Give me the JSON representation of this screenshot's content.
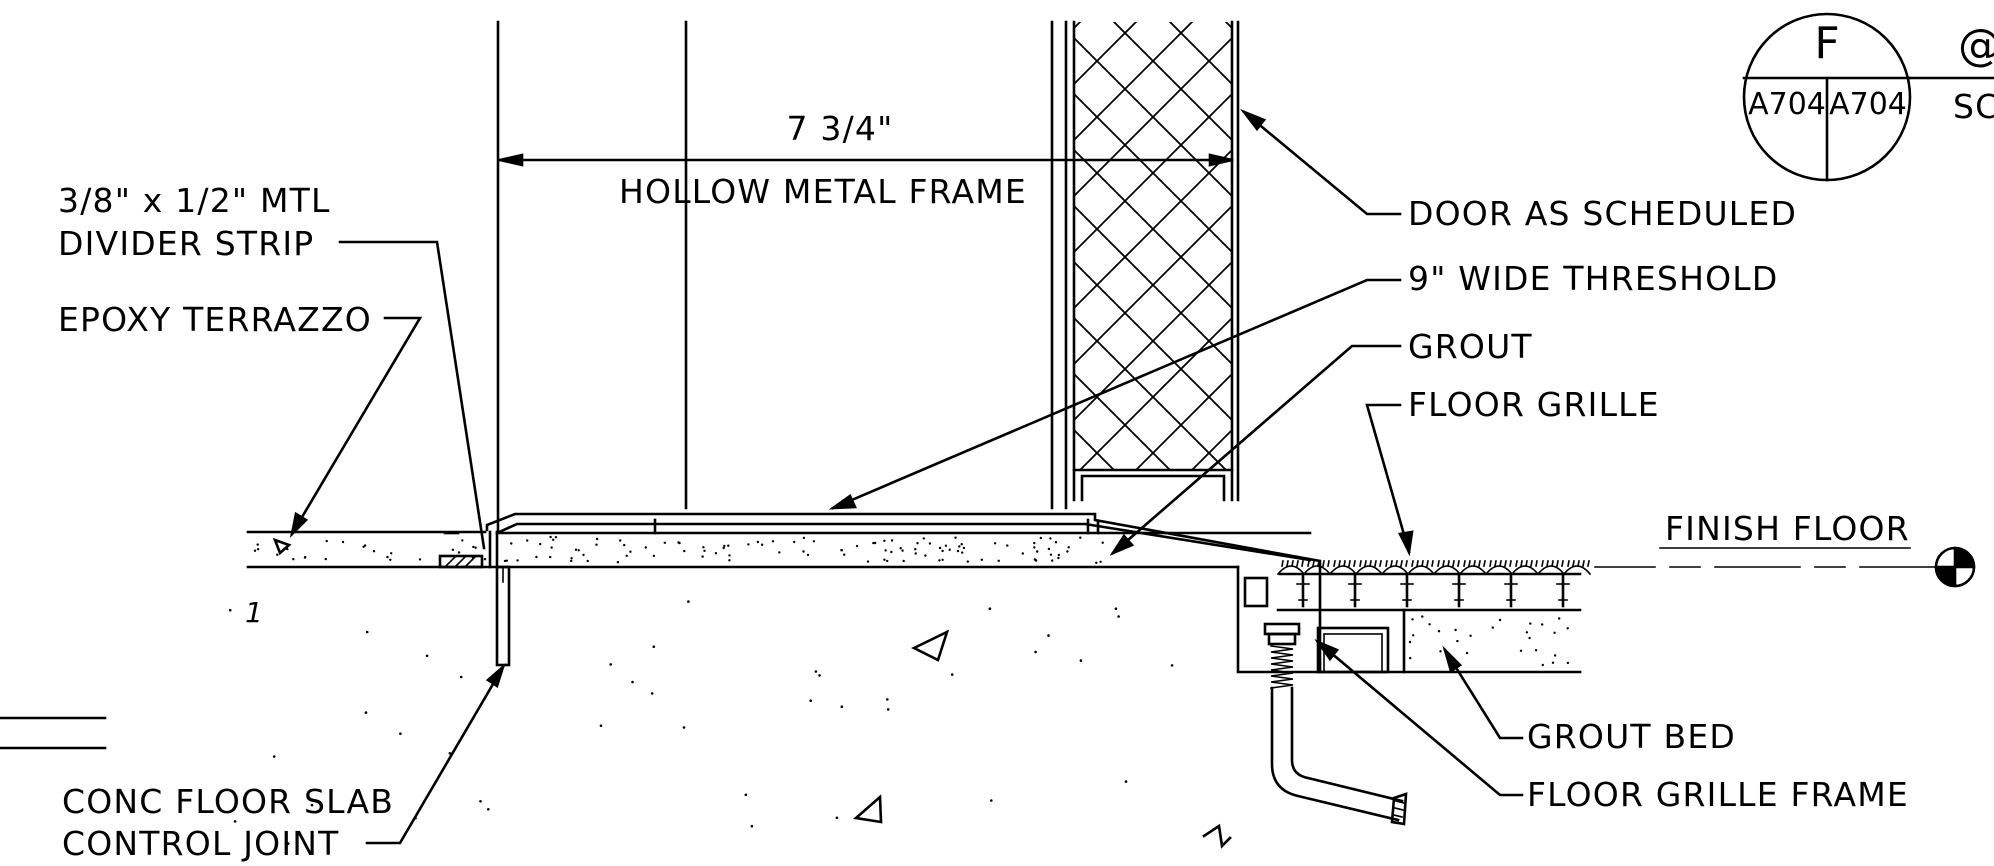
{
  "labels": {
    "dimension": "7 3/4\"",
    "hollow_metal_frame": "HOLLOW METAL FRAME",
    "divider_strip_line1": "3/8\" x 1/2\" MTL",
    "divider_strip_line2": "DIVIDER STRIP",
    "epoxy_terrazzo": "EPOXY TERRAZZO",
    "door_as_scheduled": "DOOR AS SCHEDULED",
    "threshold": "9\" WIDE THRESHOLD",
    "grout": "GROUT",
    "floor_grille": "FLOOR GRILLE",
    "finish_floor": "FINISH FLOOR",
    "grout_bed": "GROUT BED",
    "floor_grille_frame": "FLOOR GRILLE FRAME",
    "slab_joint_line1": "CONC FLOOR SLAB",
    "slab_joint_line2": "CONTROL JOINT",
    "slab_mark": "1"
  },
  "detail_bubble": {
    "letter": "F",
    "sheet_left": "A704",
    "sheet_right": "A704",
    "title_partial": "@",
    "scale_partial": "SC"
  }
}
